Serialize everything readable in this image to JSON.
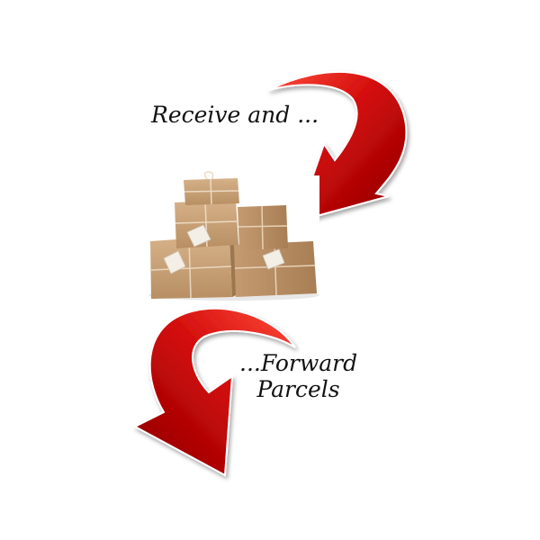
{
  "captions": {
    "receive": "Receive and ...",
    "forward_line1": "...Forward",
    "forward_line2": "Parcels"
  },
  "colors": {
    "arrow_red": "#d10a0a",
    "arrow_dark": "#8a0000",
    "arrow_highlight": "#ff5a4a",
    "cardboard": "#c9a177",
    "cardboard_dark": "#a57d55",
    "tag": "#f3efe6",
    "text": "#111111"
  },
  "icons": {
    "top_arrow": "curved-arrow-down-left-icon",
    "bottom_arrow": "curved-arrow-down-right-icon",
    "parcels": "parcel-stack-image"
  }
}
